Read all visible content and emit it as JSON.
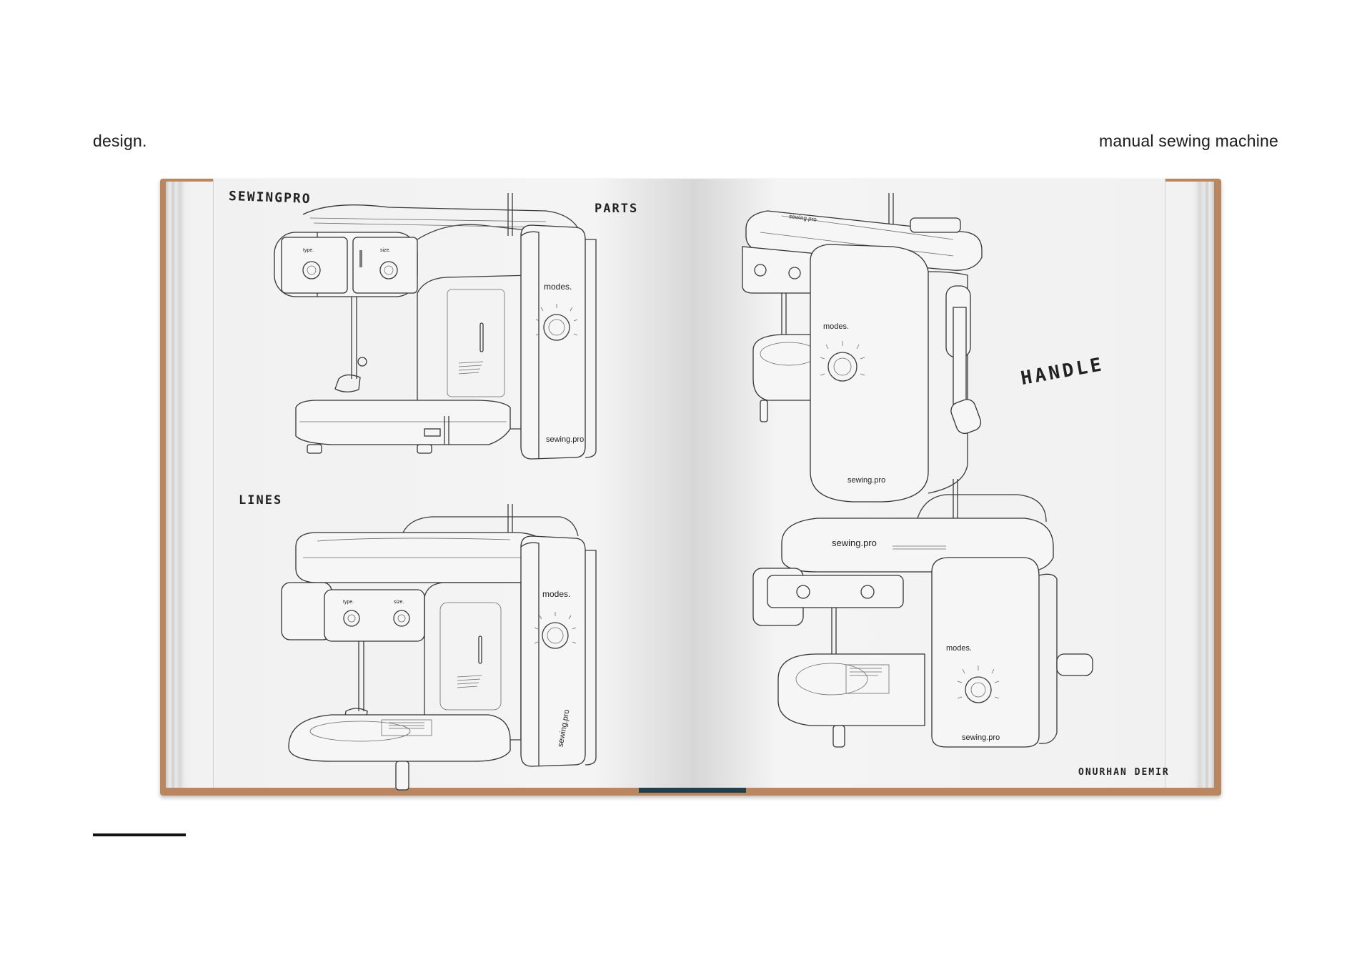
{
  "header": {
    "left": "design.",
    "right": "manual sewing machine"
  },
  "book": {
    "left_page": {
      "title": "SEWINGPRO",
      "label_top": "PARTS",
      "label_bottom": "LINES",
      "machine_top": {
        "brand": "sewing.pro",
        "dial_label": "modes.",
        "knob_left": "type.",
        "knob_right": "size."
      },
      "machine_bottom": {
        "brand": "sewing.pro",
        "dial_label": "modes.",
        "knob_left": "type.",
        "knob_right": "size."
      }
    },
    "right_page": {
      "label": "HANDLE",
      "author": "ONURHAN DEMIR",
      "machine_top": {
        "brand": "sewing.pro",
        "dial_label": "modes.",
        "top_brand": "sewing.pro"
      },
      "machine_bottom": {
        "brand": "sewing.pro",
        "dial_label": "modes.",
        "top_brand": "sewing.pro"
      }
    }
  },
  "colors": {
    "cover": "#b9865f",
    "spine_mark": "#1f3f4a",
    "page": "#f2f2f2"
  }
}
